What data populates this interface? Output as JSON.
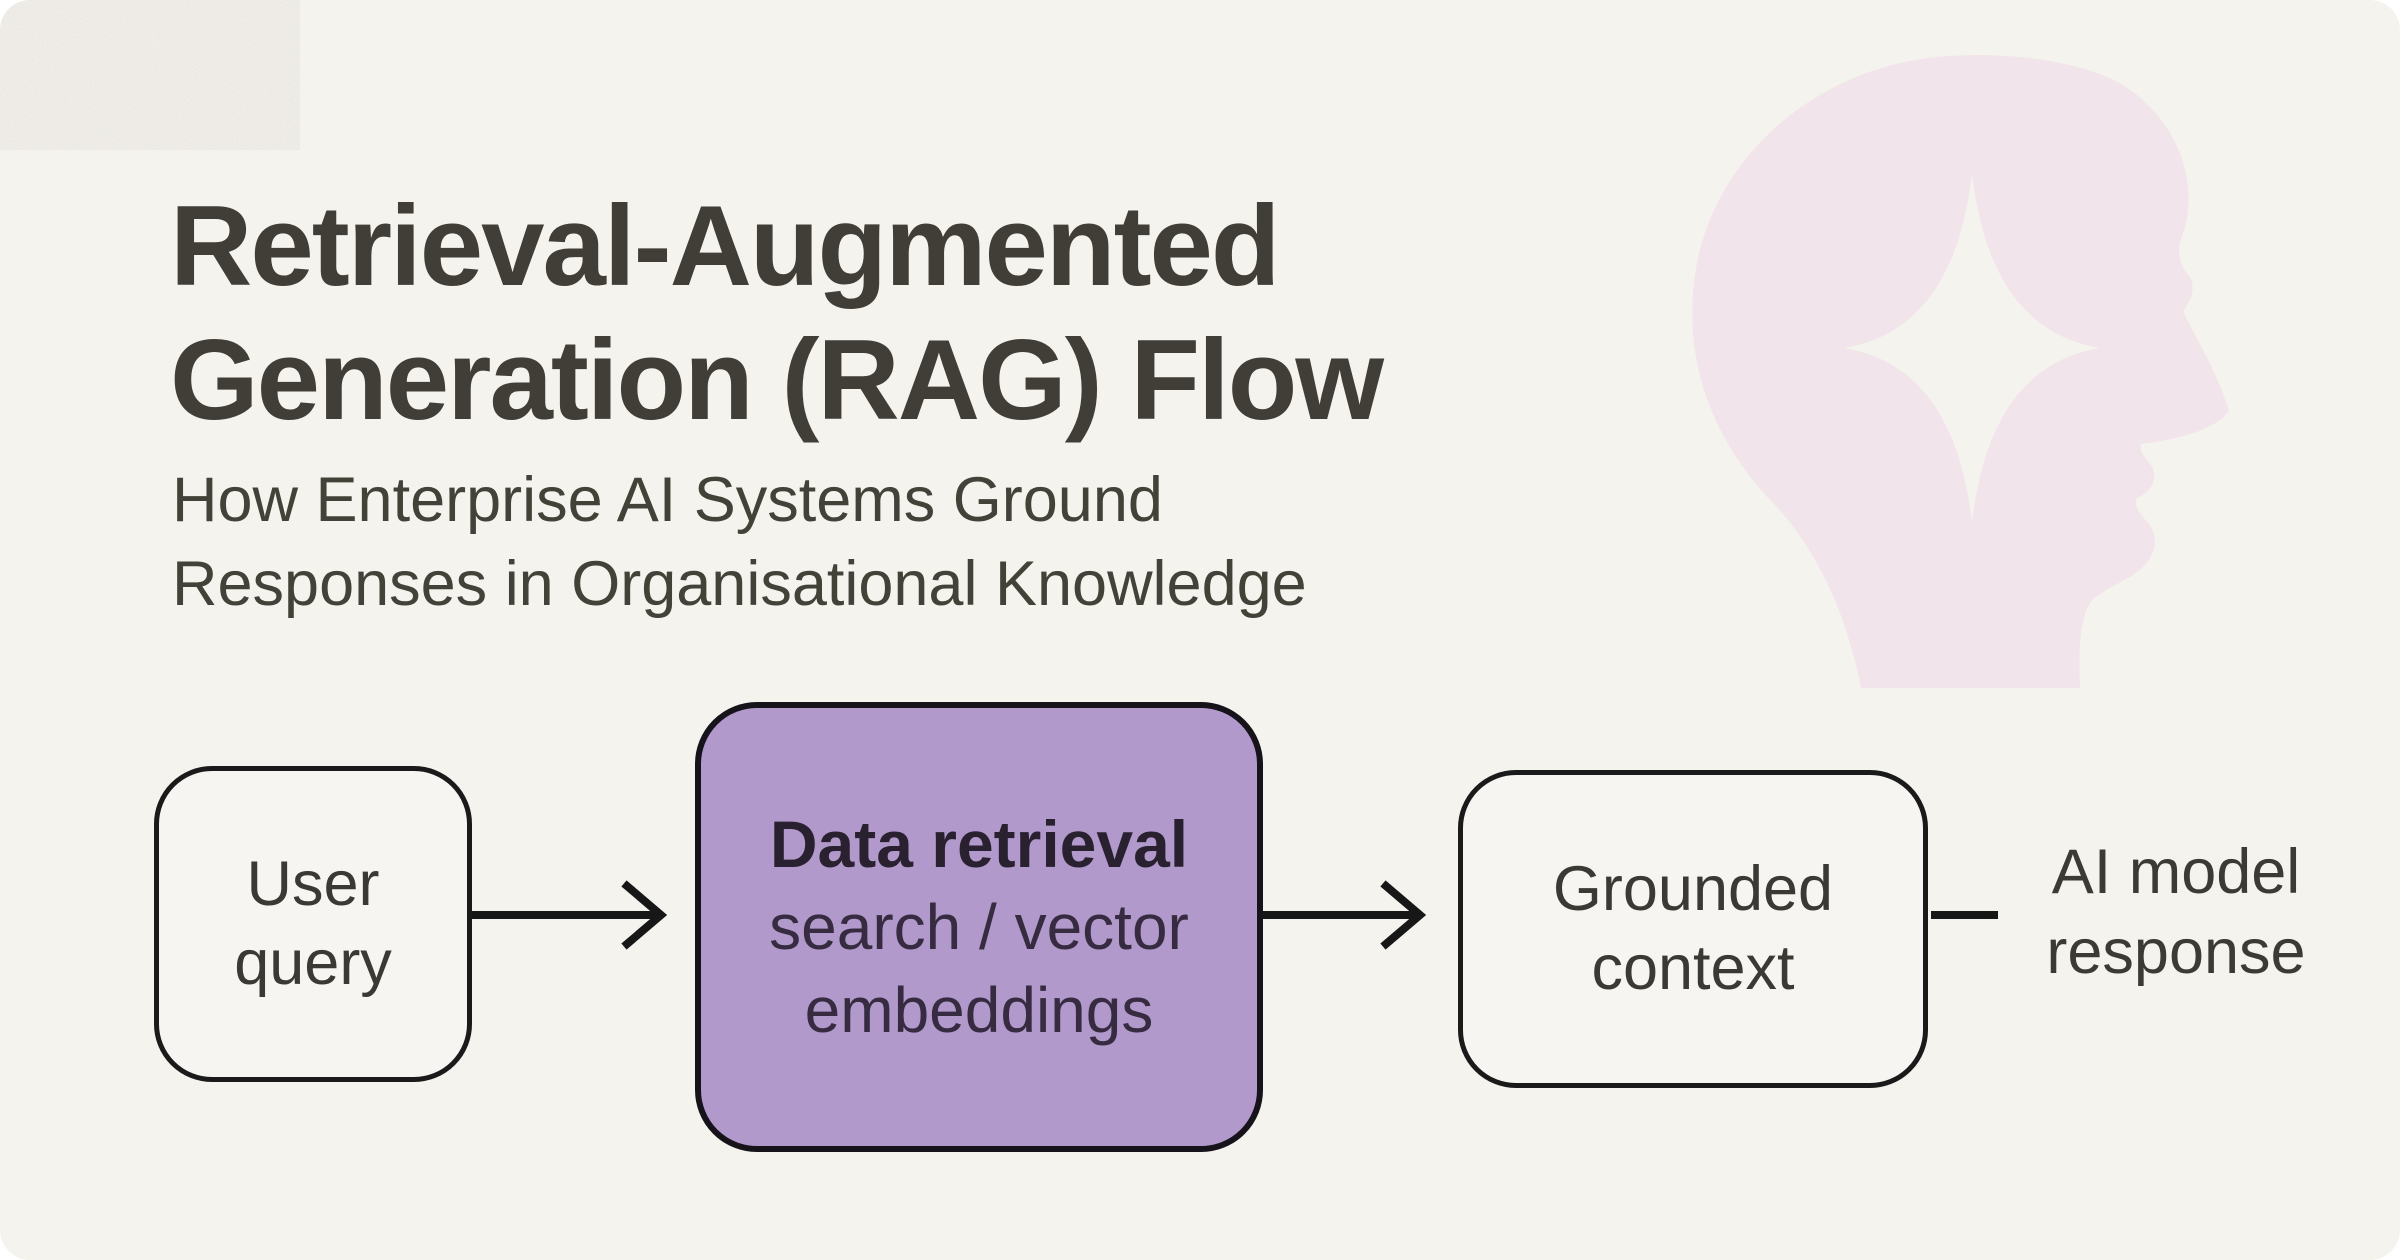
{
  "header": {
    "title": "Retrieval-Augmented\nGeneration (RAG) Flow",
    "subtitle": "How Enterprise AI Systems Ground\nResponses in Organisational Knowledge"
  },
  "flow": {
    "nodes": {
      "user_query": {
        "label": "User\nquery"
      },
      "data_retrieval": {
        "title": "Data retrieval",
        "subtitle": "search / vector\nembeddings",
        "highlighted": true
      },
      "grounded_context": {
        "label": "Grounded\ncontext"
      },
      "ai_model_response": {
        "label": "AI model\nresponse",
        "boxed": false
      }
    },
    "connectors": [
      {
        "from": "user_query",
        "to": "data_retrieval",
        "style": "arrow"
      },
      {
        "from": "data_retrieval",
        "to": "grounded_context",
        "style": "arrow"
      },
      {
        "from": "grounded_context",
        "to": "ai_model_response",
        "style": "plain-line"
      }
    ]
  },
  "decorative": {
    "head_graphic": "head-profile-silhouette-with-sparkle-cutout"
  },
  "colors": {
    "background": "#f5f3ee",
    "title_text": "#403e37",
    "body_text": "#3b3a36",
    "box_border": "#1a1a1a",
    "box_fill": "#f7f5f1",
    "highlight_box_fill": "#b299cb",
    "highlight_box_text": "#2a2130",
    "decorative_pink": "#f0e0ea"
  }
}
